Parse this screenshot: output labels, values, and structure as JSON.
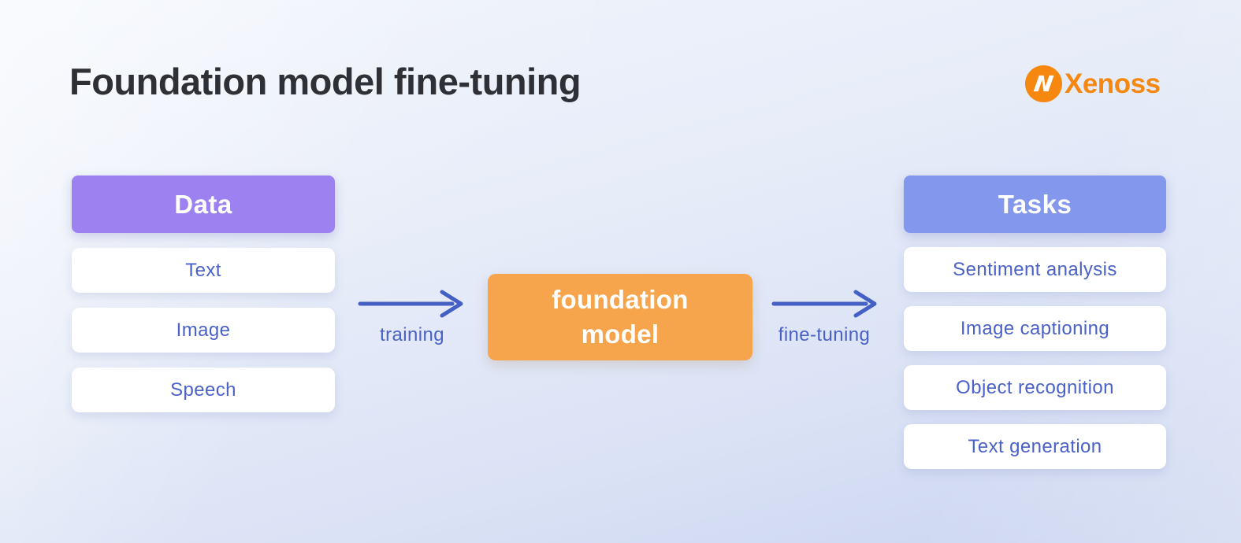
{
  "title": "Foundation model fine-tuning",
  "logo": {
    "name": "Xenoss",
    "mark_icon": "xenoss-circle-n-mark"
  },
  "flow": {
    "data_column": {
      "header": "Data",
      "items": [
        "Text",
        "Image",
        "Speech"
      ]
    },
    "center_node": {
      "label": "foundation model"
    },
    "arrows": {
      "training": {
        "label": "training",
        "direction": "right"
      },
      "fine_tuning": {
        "label": "fine-tuning",
        "direction": "right"
      }
    },
    "tasks_column": {
      "header": "Tasks",
      "items": [
        "Sentiment analysis",
        "Image captioning",
        "Object recognition",
        "Text generation"
      ]
    }
  },
  "colors": {
    "data_header_bg": "#9c82f0",
    "tasks_header_bg": "#8397ec",
    "center_bg": "#f7a54c",
    "item_text": "#4a61c8",
    "arrow": "#4560c4",
    "title_text": "#2e3036",
    "logo_orange": "#f6870f"
  }
}
